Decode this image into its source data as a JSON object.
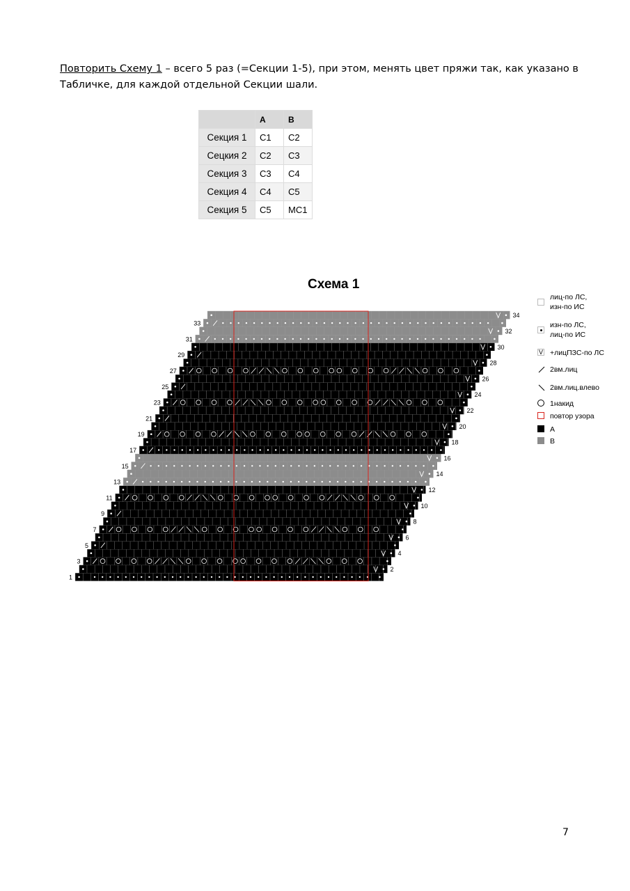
{
  "intro": {
    "link": "Повторить Схему 1",
    "text": " – всего 5 раз (=Секции 1-5), при этом, менять цвет пряжи так, как указано в Табличке, для каждой отдельной Секции шали."
  },
  "color_table": {
    "headers": [
      "",
      "A",
      "B"
    ],
    "rows": [
      {
        "section": "Секция 1",
        "a": "C1",
        "b": "C2"
      },
      {
        "section": "Сецкия 2",
        "a": "C2",
        "b": "C3"
      },
      {
        "section": "Секция 3",
        "a": "C3",
        "b": "C4"
      },
      {
        "section": "Секция 4",
        "a": "C4",
        "b": "C5"
      },
      {
        "section": "Секция 5",
        "a": "C5",
        "b": "MC1"
      }
    ]
  },
  "chart": {
    "title": "Схема 1",
    "right_row_numbers": [
      "2",
      "4",
      "6",
      "8",
      "10",
      "12",
      "14",
      "16",
      "18",
      "20",
      "22",
      "24",
      "26",
      "28",
      "30",
      "32",
      "34"
    ],
    "left_row_numbers": [
      "1",
      "3",
      "5",
      "7",
      "9",
      "11",
      "13",
      "15",
      "17",
      "19",
      "21",
      "23",
      "25",
      "27",
      "29",
      "31",
      "33"
    ],
    "colors": {
      "A": "#000000",
      "B": "#8c8c8c",
      "repeat": "#d9231c",
      "grid": "#9a9a9a"
    }
  },
  "legend": [
    {
      "icon": "blank-square-icon",
      "label": "лиц-по ЛС,\nизн-по ИС"
    },
    {
      "icon": "dot-icon",
      "label": "изн-по ЛС,\nлиц-по ИС"
    },
    {
      "icon": "increase-v-icon",
      "label": "+лицПЗС-по ЛС"
    },
    {
      "icon": "k2tog-slash-icon",
      "label": "2вм.лиц"
    },
    {
      "icon": "ssk-backslash-icon",
      "label": "2вм.лиц.влево"
    },
    {
      "icon": "yarnover-circle-icon",
      "label": "1накид"
    },
    {
      "icon": "repeat-box-icon",
      "label": "повтор узора"
    },
    {
      "icon": "color-a-swatch-icon",
      "label": "A"
    },
    {
      "icon": "color-b-swatch-icon",
      "label": "B"
    }
  ],
  "page_number": "7"
}
